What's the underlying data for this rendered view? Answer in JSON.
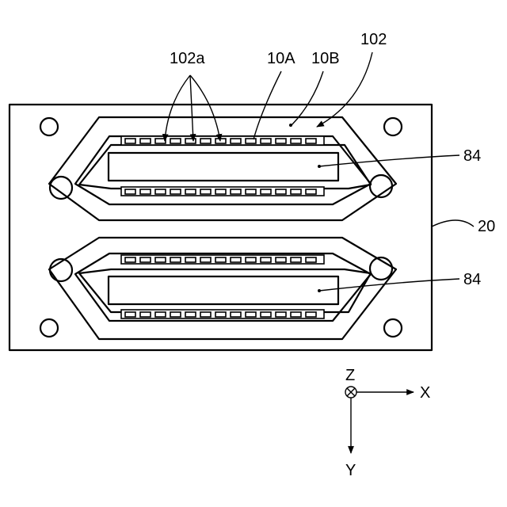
{
  "labels": {
    "pins": "102a",
    "conductor_a": "10A",
    "conductor_b": "10B",
    "connector": "102",
    "board": "20",
    "insulator_top": "84",
    "insulator_bottom": "84"
  },
  "axes": {
    "z": "Z",
    "x": "X",
    "y": "Y"
  }
}
